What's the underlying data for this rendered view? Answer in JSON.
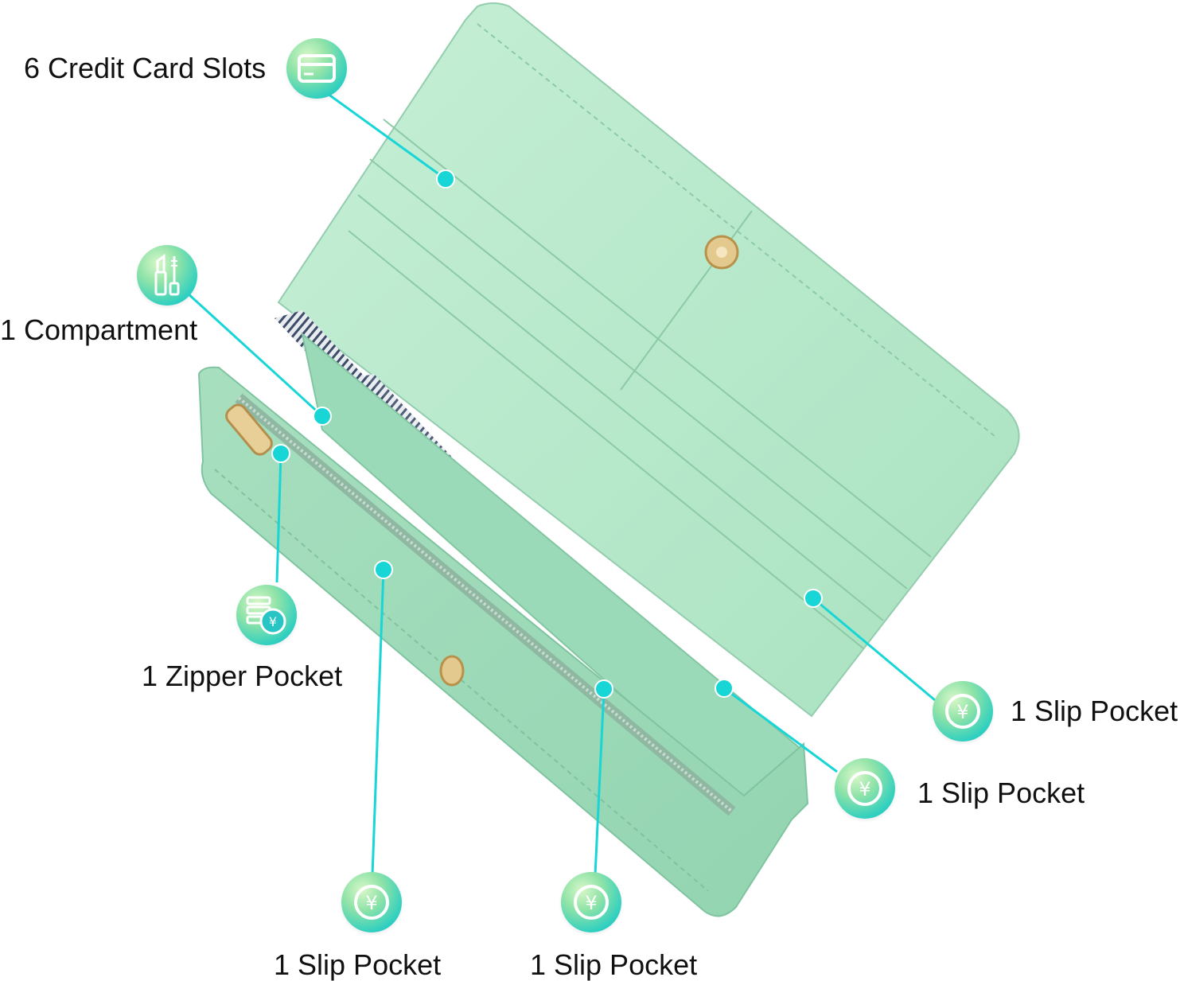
{
  "colors": {
    "leather": "#b4e6c8",
    "leather_dark": "#8fd1ae",
    "callout_line": "#19d6d6",
    "badge_start": "#c8f2b8",
    "badge_end": "#1fb9c8",
    "hardware": "#d9b26a"
  },
  "callouts": [
    {
      "id": "card-slots",
      "label": "6 Credit Card Slots",
      "icon": "credit-card-icon"
    },
    {
      "id": "compartment",
      "label": "1 Compartment",
      "icon": "lipstick-mascara-icon"
    },
    {
      "id": "zipper-pocket",
      "label": "1 Zipper Pocket",
      "icon": "bills-coin-icon"
    },
    {
      "id": "slip-right-upper",
      "label": "1 Slip Pocket",
      "icon": "yen-coin-icon"
    },
    {
      "id": "slip-right-lower",
      "label": "1 Slip Pocket",
      "icon": "yen-coin-icon"
    },
    {
      "id": "slip-bottom-left",
      "label": "1 Slip Pocket",
      "icon": "yen-coin-icon"
    },
    {
      "id": "slip-bottom-mid",
      "label": "1 Slip Pocket",
      "icon": "yen-coin-icon"
    }
  ]
}
